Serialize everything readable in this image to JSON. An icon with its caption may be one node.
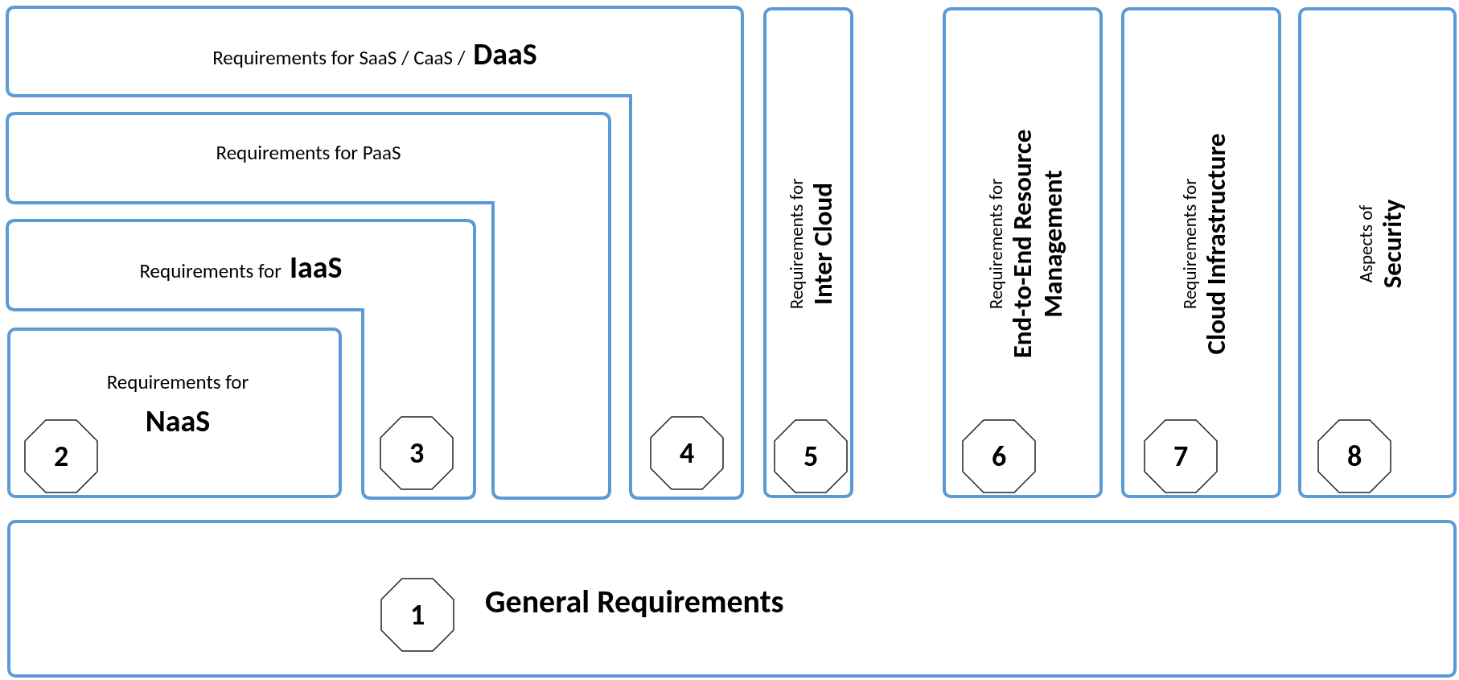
{
  "diagram": {
    "nodes": [
      {
        "text": [
          "Requirements for SaaS / CaaS /",
          "DaaS"
        ]
      },
      {
        "text": [
          "4"
        ],
        "in": 0
      },
      {
        "text": [
          "Requirements for PaaS"
        ]
      },
      {
        "text": [
          "Requirements for",
          "IaaS"
        ]
      },
      {
        "text": [
          "3"
        ],
        "in": 3
      },
      {
        "text": [
          "Requirements for **NaaS**"
        ]
      },
      {
        "text": [
          "2"
        ],
        "in": 5
      },
      {
        "text": [
          "Requirements for",
          "Inter Cloud"
        ]
      },
      {
        "text": [
          "5"
        ],
        "in": 7
      },
      {
        "text": [
          "Requirements for",
          "End-to-End Resource Management"
        ]
      },
      {
        "text": [
          "6"
        ],
        "in": 9
      },
      {
        "text": [
          "Requirements for",
          "Cloud Infrastructure"
        ]
      },
      {
        "text": [
          "7"
        ],
        "in": 11
      },
      {
        "text": [
          "Aspects of",
          "Security"
        ]
      },
      {
        "text": [
          "8"
        ],
        "in": 13
      },
      {
        "text": [
          "General Requirements"
        ]
      },
      {
        "text": [
          "1"
        ],
        "in": 15
      }
    ]
  }
}
